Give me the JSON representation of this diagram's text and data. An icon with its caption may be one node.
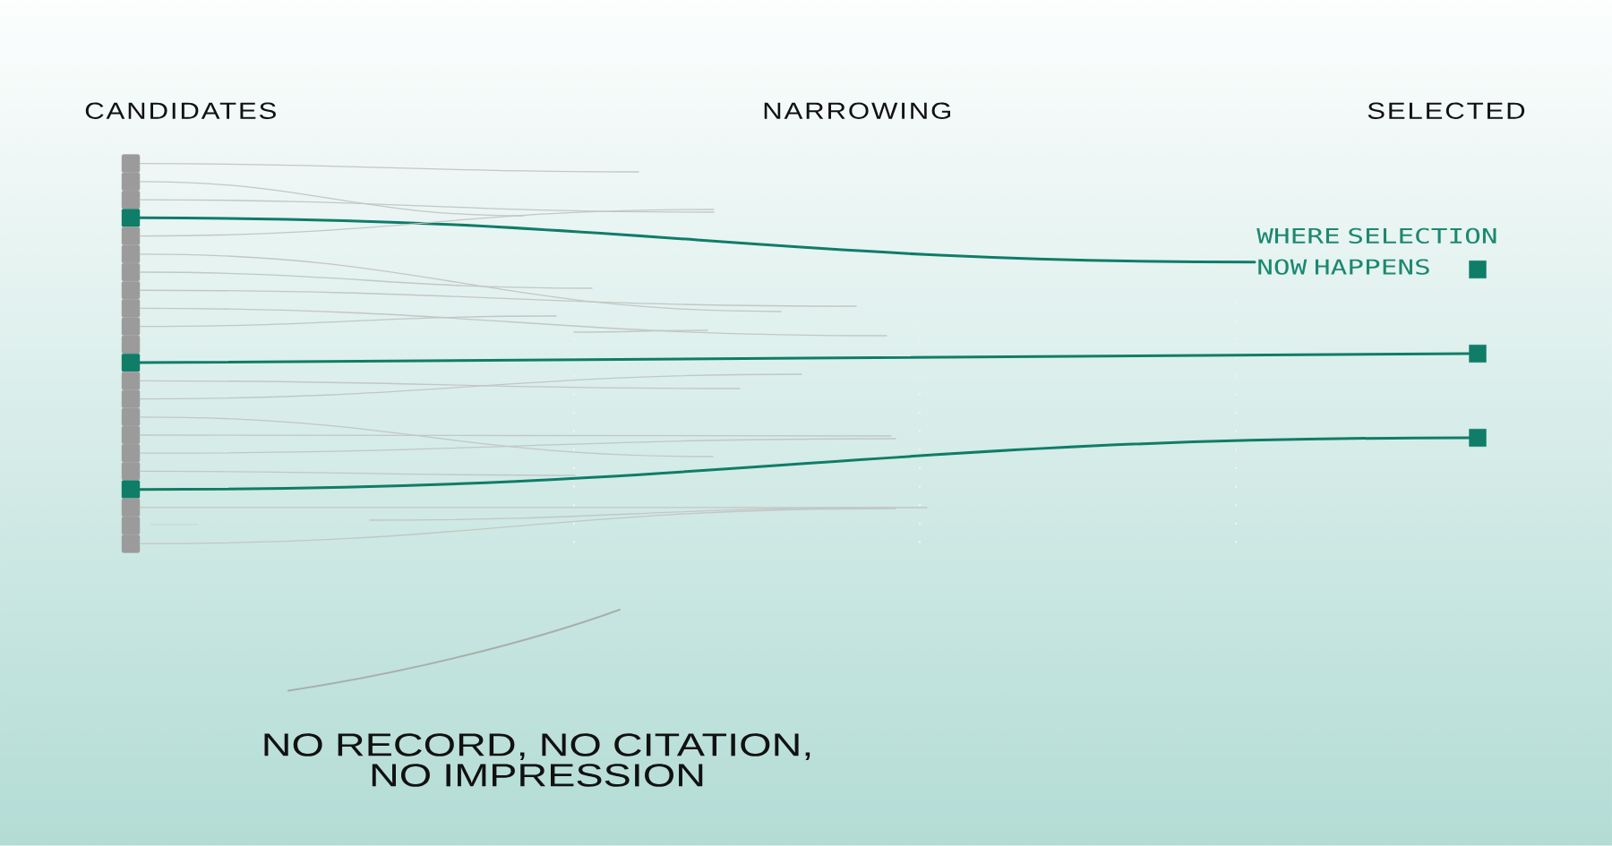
{
  "diagram": {
    "nodes": [
      {
        "text": [],
        "shape": "box"
      },
      {
        "text": [],
        "shape": "box"
      },
      {
        "text": [],
        "shape": "box"
      },
      {
        "text": [],
        "shape": "box"
      },
      {
        "text": [],
        "shape": "box"
      },
      {
        "text": [],
        "shape": "box"
      },
      {
        "text": [],
        "shape": "box"
      },
      {
        "text": [],
        "shape": "box"
      },
      {
        "text": [],
        "shape": "box"
      },
      {
        "text": [],
        "shape": "box"
      },
      {
        "text": [],
        "shape": "box"
      },
      {
        "text": [],
        "shape": "box"
      },
      {
        "text": [],
        "shape": "box"
      },
      {
        "text": [],
        "shape": "box"
      },
      {
        "text": [],
        "shape": "box"
      },
      {
        "text": [],
        "shape": "box"
      },
      {
        "text": [],
        "shape": "box"
      },
      {
        "text": [],
        "shape": "box"
      },
      {
        "text": [],
        "shape": "box"
      },
      {
        "text": [],
        "shape": "box"
      },
      {
        "text": [],
        "shape": "box"
      },
      {
        "text": [],
        "shape": "box"
      },
      {
        "text": [
          "WHERE SELECTION NOW HAPPENS"
        ]
      },
      {
        "text": [],
        "shape": "box"
      },
      {
        "text": [],
        "shape": "box"
      },
      {
        "text": [],
        "shape": "box"
      }
    ],
    "edges": [
      {
        "from": 0,
        "to": null,
        "arrow": "none"
      },
      {
        "from": 1,
        "to": null,
        "arrow": "none"
      },
      {
        "from": 2,
        "to": null,
        "arrow": "none"
      },
      {
        "from": 3,
        "to": 22,
        "arrow": "none",
        "color": "#0f7d68"
      },
      {
        "from": 4,
        "to": null,
        "arrow": "none"
      },
      {
        "from": 5,
        "to": null,
        "arrow": "none"
      },
      {
        "from": 6,
        "to": null,
        "arrow": "none"
      },
      {
        "from": 7,
        "to": null,
        "arrow": "none"
      },
      {
        "from": 8,
        "to": null,
        "arrow": "none"
      },
      {
        "from": 9,
        "to": null,
        "arrow": "none"
      },
      {
        "from": 11,
        "to": 24,
        "arrow": "none",
        "color": "#0f7d68"
      },
      {
        "from": 12,
        "to": null,
        "arrow": "none"
      },
      {
        "from": 13,
        "to": null,
        "arrow": "none"
      },
      {
        "from": 14,
        "to": null,
        "arrow": "none"
      },
      {
        "from": 15,
        "to": null,
        "arrow": "none"
      },
      {
        "from": 16,
        "to": null,
        "arrow": "none"
      },
      {
        "from": 17,
        "to": null,
        "arrow": "none"
      },
      {
        "from": 18,
        "to": 25,
        "arrow": "none",
        "color": "#0f7d68"
      },
      {
        "from": 19,
        "to": null,
        "arrow": "none"
      },
      {
        "from": 21,
        "to": null,
        "arrow": "none"
      }
    ],
    "labels": [
      "CANDIDATES",
      "NARROWING",
      "SELECTED",
      "NO RECORD, NO CITATION, NO IMPRESSION"
    ]
  }
}
